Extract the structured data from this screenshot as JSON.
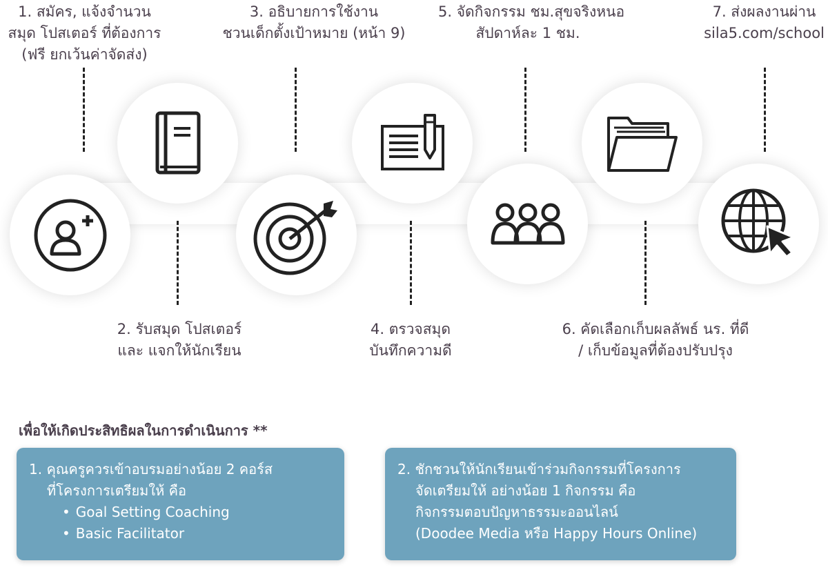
{
  "steps": [
    {
      "id": 1,
      "lines": [
        "1. สมัคร, แจ้งจำนวน",
        "สมุด โปสเตอร์ ที่ต้องการ",
        "(ฟรี ยกเว้นค่าจัดส่ง)"
      ],
      "icon": "add-user-icon"
    },
    {
      "id": 2,
      "lines": [
        "2. รับสมุด โปสเตอร์",
        "และ แจกให้นักเรียน"
      ],
      "icon": "book-icon"
    },
    {
      "id": 3,
      "lines": [
        "3. อธิบายการใช้งาน",
        "ชวนเด็กตั้งเป้าหมาย (หน้า 9)"
      ],
      "icon": "target-icon"
    },
    {
      "id": 4,
      "lines": [
        "4. ตรวจสมุด",
        "บันทึกความดี"
      ],
      "icon": "writing-icon"
    },
    {
      "id": 5,
      "lines": [
        "5. จัดกิจกรรม ชม.สุขจริงหนอ",
        "สัปดาห์ละ 1 ชม."
      ],
      "icon": "group-icon"
    },
    {
      "id": 6,
      "lines": [
        "6. คัดเลือกเก็บผลลัพธ์ นร. ที่ดี",
        "/ เก็บข้อมูลที่ต้องปรับปรุง"
      ],
      "icon": "folder-icon"
    },
    {
      "id": 7,
      "lines": [
        "7. ส่งผลงานผ่าน",
        "sila5.com/school"
      ],
      "icon": "web-click-icon"
    }
  ],
  "notes": {
    "heading": "เพื่อให้เกิดประสิทธิผลในการดำเนินการ **",
    "box1": {
      "line1": "1. คุณครูควรเข้าอบรมอย่างน้อย 2 คอร์ส",
      "line2": "ที่โครงการเตรียมให้ คือ",
      "bullets": [
        "Goal Setting Coaching",
        "Basic Facilitator"
      ]
    },
    "box2": {
      "lines": [
        "2. ชักชวนให้นักเรียนเข้าร่วมกิจกรรมที่โครงการ",
        "จัดเตรียมให้ อย่างน้อย 1 กิจกรรม คือ",
        "กิจกรรมตอบปัญหาธรรมะออนไลน์",
        "(Doodee Media หรือ Happy Hours Online)"
      ]
    }
  },
  "colors": {
    "text": "#4a3f4c",
    "box": "#6ea3bd",
    "icon": "#222222"
  }
}
